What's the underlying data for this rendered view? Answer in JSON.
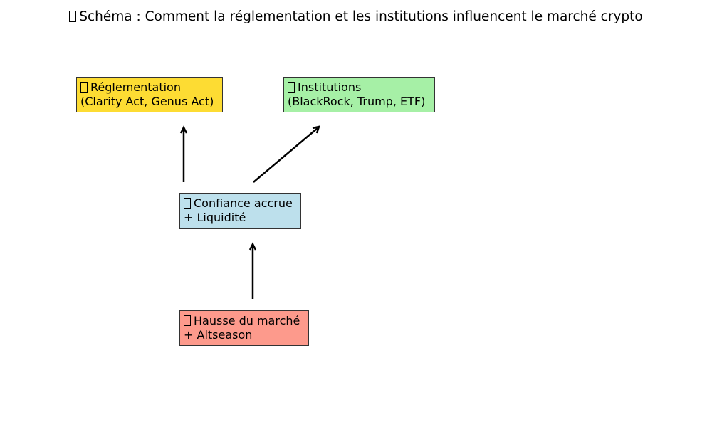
{
  "title": {
    "glyph": "missing-glyph-box",
    "text": "Schéma : Comment la réglementation et les institutions influencent le marché crypto"
  },
  "nodes": {
    "reglementation": {
      "glyph": "missing-glyph-box",
      "line1": "Réglementation",
      "line2": "(Clarity Act, Genus Act)",
      "color": "#fddc33"
    },
    "institutions": {
      "glyph": "missing-glyph-box",
      "line1": "Institutions",
      "line2": "(BlackRock, Trump, ETF)",
      "color": "#a6f0a6"
    },
    "confiance": {
      "glyph": "missing-glyph-box",
      "line1": "Confiance accrue",
      "line2": "+ Liquidité",
      "color": "#bde0ec"
    },
    "hausse": {
      "glyph": "missing-glyph-box",
      "line1": "Hausse du marché",
      "line2": "+ Altseason",
      "color": "#fd9a8c"
    }
  },
  "edges": [
    {
      "from": "confiance",
      "to": "reglementation"
    },
    {
      "from": "confiance",
      "to": "institutions"
    },
    {
      "from": "hausse",
      "to": "confiance"
    }
  ],
  "colors": {
    "arrow": "#000000",
    "border": "#333333"
  }
}
